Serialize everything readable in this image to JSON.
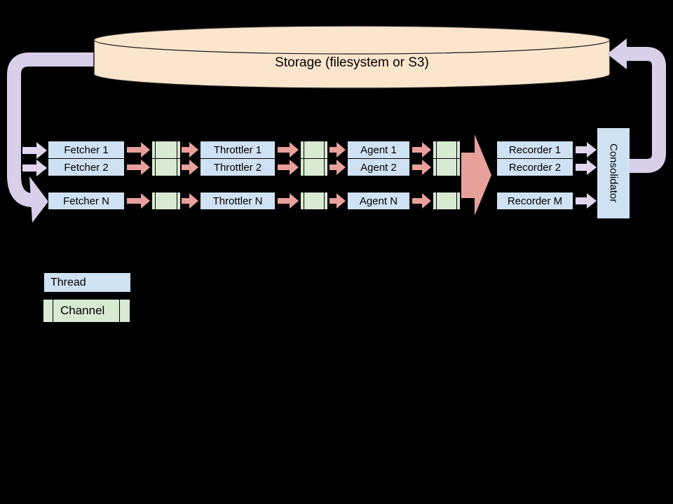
{
  "storage": {
    "label": "Storage (filesystem or S3)"
  },
  "pipeline": {
    "rows": [
      {
        "fetcher": "Fetcher 1",
        "throttler": "Throttler 1",
        "agent": "Agent 1",
        "recorder": "Recorder 1"
      },
      {
        "fetcher": "Fetcher 2",
        "throttler": "Throttler 2",
        "agent": "Agent 2",
        "recorder": "Recorder 2"
      },
      {
        "fetcher": "Fetcher N",
        "throttler": "Throttler N",
        "agent": "Agent N",
        "recorder": "Recorder M"
      }
    ],
    "consolidator_label": "Consolidator"
  },
  "legend": {
    "thread_label": "Thread",
    "channel_label": "Channel"
  },
  "colors": {
    "background": "#000000",
    "thread_fill": "#cfe2f3",
    "channel_fill": "#d9ead3",
    "storage_fill": "#fce5cd",
    "flow_arrow": "#e8a09a",
    "pipe": "#d7d0e8",
    "pipe_arrow_light": "#e0d7ef",
    "outline": "#000000"
  }
}
